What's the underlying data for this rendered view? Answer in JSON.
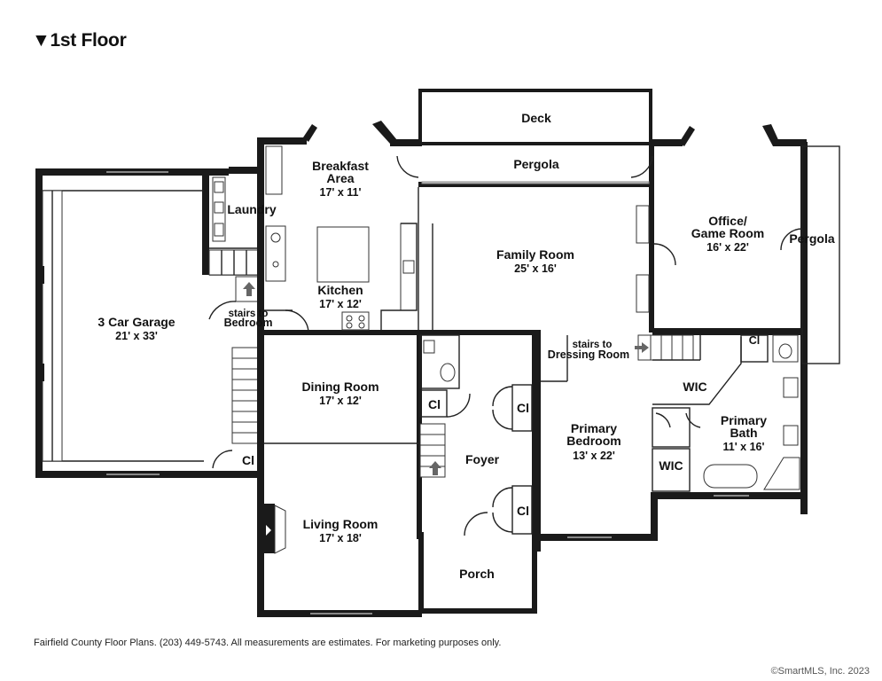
{
  "title": "▼1st Floor",
  "footer": "Fairfield County Floor Plans.  (203) 449-5743.  All measurements are estimates.  For marketing purposes only.",
  "copyright": "©SmartMLS, Inc.  2023",
  "rooms": {
    "deck": {
      "name": "Deck"
    },
    "pergola_top": {
      "name": "Pergola"
    },
    "pergola_right": {
      "name": "Pergola"
    },
    "breakfast": {
      "name1": "Breakfast",
      "name2": "Area",
      "dim": "17' x 11'"
    },
    "laundry": {
      "name": "Laundry"
    },
    "kitchen": {
      "name": "Kitchen",
      "dim": "17' x 12'"
    },
    "family": {
      "name": "Family Room",
      "dim": "25' x 16'"
    },
    "office": {
      "name1": "Office/",
      "name2": "Game Room",
      "dim": "16' x 22'"
    },
    "garage": {
      "name": "3 Car Garage",
      "dim": "21' x 33'"
    },
    "stairs_bedroom": {
      "line1": "stairs to",
      "line2": "Bedroom"
    },
    "stairs_dressing": {
      "line1": "stairs to",
      "line2": "Dressing Room"
    },
    "dining": {
      "name": "Dining Room",
      "dim": "17' x 12'"
    },
    "cl_1": {
      "name": "Cl"
    },
    "cl_2": {
      "name": "Cl"
    },
    "cl_3": {
      "name": "Cl"
    },
    "cl_4": {
      "name": "Cl"
    },
    "cl_5": {
      "name": "Cl"
    },
    "wic_1": {
      "name": "WIC"
    },
    "wic_2": {
      "name": "WIC"
    },
    "primary_bath": {
      "name1": "Primary",
      "name2": "Bath",
      "dim": "11' x 16'"
    },
    "primary_bedroom": {
      "name1": "Primary",
      "name2": "Bedroom",
      "dim": "13' x 22'"
    },
    "foyer": {
      "name": "Foyer"
    },
    "living": {
      "name": "Living Room",
      "dim": "17' x 18'"
    },
    "porch": {
      "name": "Porch"
    }
  }
}
